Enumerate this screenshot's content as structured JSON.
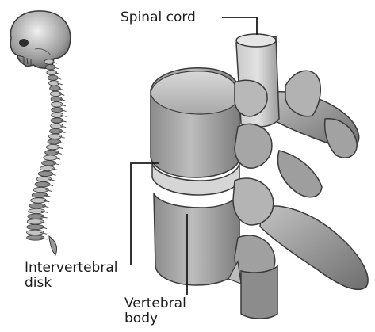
{
  "labels": {
    "spinal_cord": "Spinal cord",
    "intervertebral_disk": [
      "Intervertebral",
      "disk"
    ],
    "vertebral_body": [
      "Vertebral",
      "body"
    ]
  },
  "colors": {
    "bone": "#a8a8a8",
    "bone_dark": "#6a6a6a",
    "bone_light": "#d4d4d4",
    "outline": "#3a3a3a",
    "leader": "#1b1b1b"
  }
}
